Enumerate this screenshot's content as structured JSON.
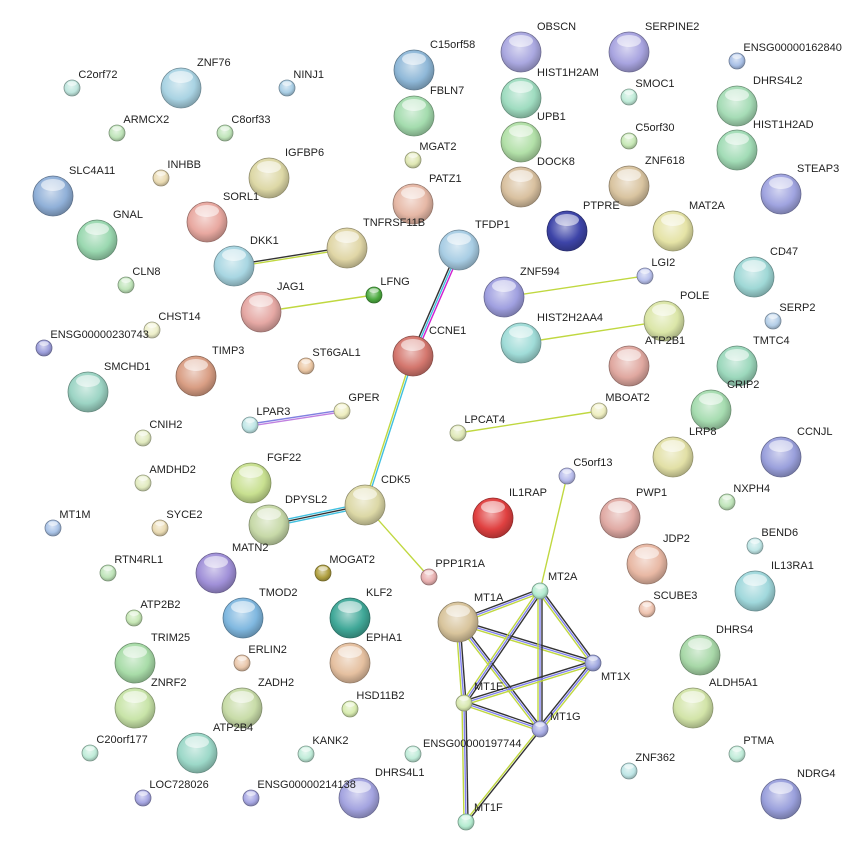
{
  "network": {
    "nodes": [
      {
        "id": "C2orf72",
        "color": "#bfe6de",
        "size": "small"
      },
      {
        "id": "ZNF76",
        "color": "#a9d3e3",
        "size": "large"
      },
      {
        "id": "NINJ1",
        "color": "#aacfe6",
        "size": "small"
      },
      {
        "id": "C15orf58",
        "color": "#8fb8d8",
        "size": "large"
      },
      {
        "id": "OBSCN",
        "color": "#aaa8e0",
        "size": "large"
      },
      {
        "id": "SERPINE2",
        "color": "#a8a4e0",
        "size": "large"
      },
      {
        "id": "ENSG00000162840",
        "color": "#a9c0e6",
        "size": "small"
      },
      {
        "id": "HIST1H2AM",
        "color": "#9fdcc0",
        "size": "large"
      },
      {
        "id": "SMOC1",
        "color": "#c0ecd9",
        "size": "small"
      },
      {
        "id": "FBLN7",
        "color": "#a4dcae",
        "size": "large"
      },
      {
        "id": "DHRS4L2",
        "color": "#a6dcb6",
        "size": "large"
      },
      {
        "id": "ARMCX2",
        "color": "#bfe4b9",
        "size": "small"
      },
      {
        "id": "C8orf33",
        "color": "#bfe4b9",
        "size": "small"
      },
      {
        "id": "UPB1",
        "color": "#b2e0a8",
        "size": "large"
      },
      {
        "id": "C5orf30",
        "color": "#c7e8b6",
        "size": "small"
      },
      {
        "id": "HIST1H2AD",
        "color": "#a2dcb6",
        "size": "large"
      },
      {
        "id": "MGAT2",
        "color": "#dfe7b3",
        "size": "small"
      },
      {
        "id": "IGFBP6",
        "color": "#ddd8a6",
        "size": "large"
      },
      {
        "id": "INHBB",
        "color": "#eadbb3",
        "size": "small"
      },
      {
        "id": "DOCK8",
        "color": "#d9c1a0",
        "size": "large"
      },
      {
        "id": "ZNF618",
        "color": "#d9c4a0",
        "size": "large"
      },
      {
        "id": "STEAP3",
        "color": "#a0a4e0",
        "size": "large"
      },
      {
        "id": "SLC4A11",
        "color": "#90b0d8",
        "size": "large"
      },
      {
        "id": "PATZ1",
        "color": "#e6b8a6",
        "size": "large"
      },
      {
        "id": "SORL1",
        "color": "#e8a8a0",
        "size": "large"
      },
      {
        "id": "PTPRE",
        "color": "#3d44a8",
        "size": "large"
      },
      {
        "id": "MAT2A",
        "color": "#e5e3a6",
        "size": "large"
      },
      {
        "id": "GNAL",
        "color": "#9ad8b0",
        "size": "large"
      },
      {
        "id": "DKK1",
        "color": "#a8d6e2",
        "size": "large"
      },
      {
        "id": "TNFRSF11B",
        "color": "#e0d6a6",
        "size": "large"
      },
      {
        "id": "TFDP1",
        "color": "#a8cde4",
        "size": "large"
      },
      {
        "id": "LGI2",
        "color": "#b8c0ec",
        "size": "small"
      },
      {
        "id": "CD47",
        "color": "#9fd8d6",
        "size": "large"
      },
      {
        "id": "CLN8",
        "color": "#bfe4b9",
        "size": "small"
      },
      {
        "id": "LFNG",
        "color": "#4caa40",
        "size": "small"
      },
      {
        "id": "ZNF594",
        "color": "#a0a0e0",
        "size": "large"
      },
      {
        "id": "JAG1",
        "color": "#e5a8a4",
        "size": "large"
      },
      {
        "id": "POLE",
        "color": "#dbe6a8",
        "size": "large"
      },
      {
        "id": "SERP2",
        "color": "#b5cfe8",
        "size": "small"
      },
      {
        "id": "CHST14",
        "color": "#edefc9",
        "size": "small"
      },
      {
        "id": "HIST2H2AA4",
        "color": "#a0dcd8",
        "size": "large"
      },
      {
        "id": "ENSG00000230743",
        "color": "#9d9fdc",
        "size": "small"
      },
      {
        "id": "CCNE1",
        "color": "#d4776e",
        "size": "large"
      },
      {
        "id": "ATP2B1",
        "color": "#e0a8a0",
        "size": "large"
      },
      {
        "id": "TMTC4",
        "color": "#9cd8bc",
        "size": "large"
      },
      {
        "id": "ST6GAL1",
        "color": "#ebc7a4",
        "size": "small"
      },
      {
        "id": "SMCHD1",
        "color": "#9cd4c4",
        "size": "large"
      },
      {
        "id": "TIMP3",
        "color": "#d99e84",
        "size": "large"
      },
      {
        "id": "CRIP2",
        "color": "#a6dcb0",
        "size": "large"
      },
      {
        "id": "LRP8",
        "color": "#e2e0a6",
        "size": "large"
      },
      {
        "id": "MBOAT2",
        "color": "#eeeec0",
        "size": "small"
      },
      {
        "id": "GPER",
        "color": "#eeeec0",
        "size": "small"
      },
      {
        "id": "LPAR3",
        "color": "#bfe6e6",
        "size": "small"
      },
      {
        "id": "LPCAT4",
        "color": "#dfe8b8",
        "size": "small"
      },
      {
        "id": "CNIH2",
        "color": "#e2ebc0",
        "size": "small"
      },
      {
        "id": "CCNJL",
        "color": "#9aa0dc",
        "size": "large"
      },
      {
        "id": "C5orf13",
        "color": "#b8bcec",
        "size": "small"
      },
      {
        "id": "AMDHD2",
        "color": "#e2ebc0",
        "size": "small"
      },
      {
        "id": "FGF22",
        "color": "#c8e090",
        "size": "large"
      },
      {
        "id": "NXPH4",
        "color": "#bfe4b9",
        "size": "small"
      },
      {
        "id": "CDK5",
        "color": "#dcd8a6",
        "size": "large"
      },
      {
        "id": "IL1RAP",
        "color": "#e04040",
        "size": "large"
      },
      {
        "id": "PWP1",
        "color": "#e0aaa4",
        "size": "large"
      },
      {
        "id": "MT1M",
        "color": "#aac4e8",
        "size": "small"
      },
      {
        "id": "SYCE2",
        "color": "#eadbb3",
        "size": "small"
      },
      {
        "id": "DPYSL2",
        "color": "#c7d9a8",
        "size": "large"
      },
      {
        "id": "BEND6",
        "color": "#bfe6e6",
        "size": "small"
      },
      {
        "id": "JDP2",
        "color": "#e8b8a4",
        "size": "large"
      },
      {
        "id": "MATN2",
        "color": "#a090d8",
        "size": "large"
      },
      {
        "id": "MOGAT2",
        "color": "#b0a040",
        "size": "small"
      },
      {
        "id": "PPP1R1A",
        "color": "#e8b0b0",
        "size": "small"
      },
      {
        "id": "RTN4RL1",
        "color": "#bfe4b9",
        "size": "small"
      },
      {
        "id": "IL13RA1",
        "color": "#a0d8dc",
        "size": "large"
      },
      {
        "id": "MT2A",
        "color": "#b4ecd0",
        "size": "small"
      },
      {
        "id": "MT1A",
        "color": "#d8c49c",
        "size": "large"
      },
      {
        "id": "SCUBE3",
        "color": "#efc4b0",
        "size": "small"
      },
      {
        "id": "ATP2B2",
        "color": "#c7e8b6",
        "size": "small"
      },
      {
        "id": "TMOD2",
        "color": "#80b8e0",
        "size": "large"
      },
      {
        "id": "KLF2",
        "color": "#40a898",
        "size": "large"
      },
      {
        "id": "MT1X",
        "color": "#a0a8e0",
        "size": "small"
      },
      {
        "id": "TRIM25",
        "color": "#a8dca8",
        "size": "large"
      },
      {
        "id": "ERLIN2",
        "color": "#eac8ac",
        "size": "small"
      },
      {
        "id": "EPHA1",
        "color": "#e5c0a0",
        "size": "large"
      },
      {
        "id": "DHRS4",
        "color": "#a8d8a8",
        "size": "large"
      },
      {
        "id": "MT1E",
        "color": "#d8e8b0",
        "size": "small"
      },
      {
        "id": "ZNRF2",
        "color": "#c8e4a8",
        "size": "large"
      },
      {
        "id": "ZADH2",
        "color": "#c8dca8",
        "size": "large"
      },
      {
        "id": "HSD11B2",
        "color": "#d8ecb0",
        "size": "small"
      },
      {
        "id": "ALDH5A1",
        "color": "#d2e4a8",
        "size": "large"
      },
      {
        "id": "MT1G",
        "color": "#a8ace4",
        "size": "small"
      },
      {
        "id": "ATP2B4",
        "color": "#9cd8c8",
        "size": "large"
      },
      {
        "id": "C20orf177",
        "color": "#c0ecd9",
        "size": "small"
      },
      {
        "id": "KANK2",
        "color": "#c0ecd9",
        "size": "small"
      },
      {
        "id": "ENSG00000197744",
        "color": "#c0ecd9",
        "size": "small"
      },
      {
        "id": "PTMA",
        "color": "#c0ecd9",
        "size": "small"
      },
      {
        "id": "ZNF362",
        "color": "#bfe6e6",
        "size": "small"
      },
      {
        "id": "LOC728026",
        "color": "#a8a8e4",
        "size": "small"
      },
      {
        "id": "ENSG00000214138",
        "color": "#a8a8e4",
        "size": "small"
      },
      {
        "id": "DHRS4L1",
        "color": "#a4a4e0",
        "size": "large"
      },
      {
        "id": "NDRG4",
        "color": "#9aa0dc",
        "size": "large"
      },
      {
        "id": "MT1F",
        "color": "#b4ecd0",
        "size": "small"
      }
    ],
    "edges": [
      {
        "source": "TFDP1",
        "target": "CCNE1",
        "evidence": [
          "#d020d0",
          "#40c0e0",
          "#333333"
        ]
      },
      {
        "source": "CCNE1",
        "target": "CDK5",
        "evidence": [
          "#40c0e0",
          "#c0d840"
        ]
      },
      {
        "source": "DKK1",
        "target": "TNFRSF11B",
        "evidence": [
          "#333333",
          "#c0d840"
        ]
      },
      {
        "source": "CDK5",
        "target": "DPYSL2",
        "evidence": [
          "#40c0e0",
          "#333333",
          "#40c0e0"
        ]
      },
      {
        "source": "CDK5",
        "target": "PPP1R1A",
        "evidence": [
          "#c0d840"
        ]
      },
      {
        "source": "JAG1",
        "target": "LFNG",
        "evidence": [
          "#c0d840"
        ]
      },
      {
        "source": "LPAR3",
        "target": "GPER",
        "evidence": [
          "#8080e0",
          "#c080e0"
        ]
      },
      {
        "source": "LPCAT4",
        "target": "MBOAT2",
        "evidence": [
          "#c0d840"
        ]
      },
      {
        "source": "ZNF594",
        "target": "LGI2",
        "evidence": [
          "#c0d840"
        ]
      },
      {
        "source": "HIST2H2AA4",
        "target": "POLE",
        "evidence": [
          "#c0d840"
        ]
      },
      {
        "source": "MT2A",
        "target": "C5orf13",
        "evidence": [
          "#c0d840"
        ]
      },
      {
        "source": "MT1A",
        "target": "MT2A",
        "evidence": [
          "#333333",
          "#8080f0",
          "#c0d840"
        ]
      },
      {
        "source": "MT1A",
        "target": "MT1X",
        "evidence": [
          "#333333",
          "#8080f0",
          "#c0d840"
        ]
      },
      {
        "source": "MT1A",
        "target": "MT1E",
        "evidence": [
          "#333333",
          "#8080f0",
          "#c0d840"
        ]
      },
      {
        "source": "MT1A",
        "target": "MT1G",
        "evidence": [
          "#333333",
          "#8080f0",
          "#c0d840"
        ]
      },
      {
        "source": "MT2A",
        "target": "MT1E",
        "evidence": [
          "#333333",
          "#8080f0",
          "#c0d840"
        ]
      },
      {
        "source": "MT2A",
        "target": "MT1G",
        "evidence": [
          "#333333",
          "#8080f0",
          "#c0d840"
        ]
      },
      {
        "source": "MT2A",
        "target": "MT1X",
        "evidence": [
          "#333333",
          "#8080f0",
          "#c0d840"
        ]
      },
      {
        "source": "MT1E",
        "target": "MT1X",
        "evidence": [
          "#333333",
          "#8080f0",
          "#c0d840"
        ]
      },
      {
        "source": "MT1E",
        "target": "MT1G",
        "evidence": [
          "#333333",
          "#8080f0",
          "#c0d840"
        ]
      },
      {
        "source": "MT1G",
        "target": "MT1X",
        "evidence": [
          "#333333",
          "#8080f0",
          "#c0d840"
        ]
      },
      {
        "source": "MT1E",
        "target": "MT1F",
        "evidence": [
          "#333333",
          "#8080f0",
          "#c0d840"
        ]
      },
      {
        "source": "MT1G",
        "target": "MT1F",
        "evidence": [
          "#333333",
          "#c0d840"
        ]
      }
    ]
  }
}
